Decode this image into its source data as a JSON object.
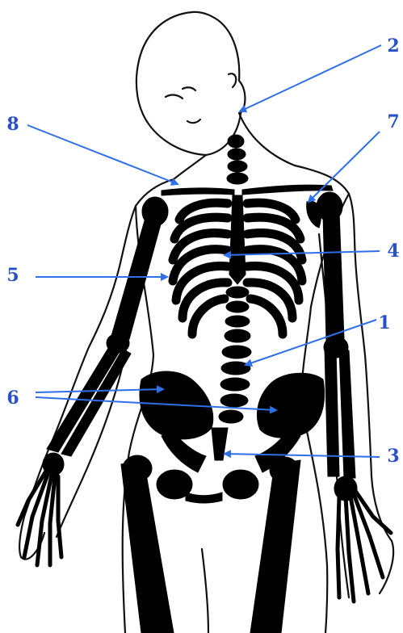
{
  "labels": {
    "l1": "1",
    "l2": "2",
    "l3": "3",
    "l4": "4",
    "l5": "5",
    "l6": "6",
    "l7": "7",
    "l8": "8"
  },
  "colors": {
    "label": "#2a50c8",
    "arrow": "#2f6fe8",
    "bone": "#000000",
    "outline": "#111111",
    "background": "#ffffff"
  }
}
